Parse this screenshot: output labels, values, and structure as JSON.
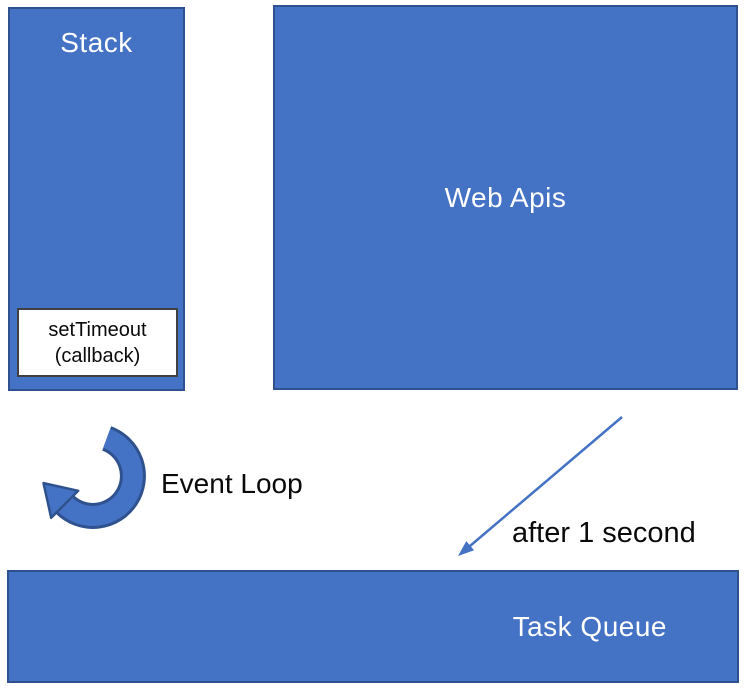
{
  "diagram": {
    "title": "JavaScript event loop diagram",
    "colors": {
      "page_bg": "#ffffff",
      "box_fill": "#4472C4",
      "box_border": "#2F528F",
      "label_on_blue": "#ffffff",
      "label_dark": "#0a0a0a",
      "callout_fill": "#ffffff",
      "callout_border": "#404040",
      "arrow_color": "#4472C4"
    },
    "boxes": {
      "stack": {
        "label": "Stack"
      },
      "web_apis": {
        "label": "Web Apis"
      },
      "task_queue": {
        "label": "Task Queue"
      },
      "set_timeout": {
        "label_line1": "setTimeout",
        "label_line2": "(callback)"
      }
    },
    "annotations": {
      "event_loop": {
        "label": "Event Loop",
        "icon": "loop-curved-arrow-icon"
      },
      "after_delay": {
        "label": "after 1 second",
        "icon": "diagonal-arrow-icon"
      }
    }
  }
}
